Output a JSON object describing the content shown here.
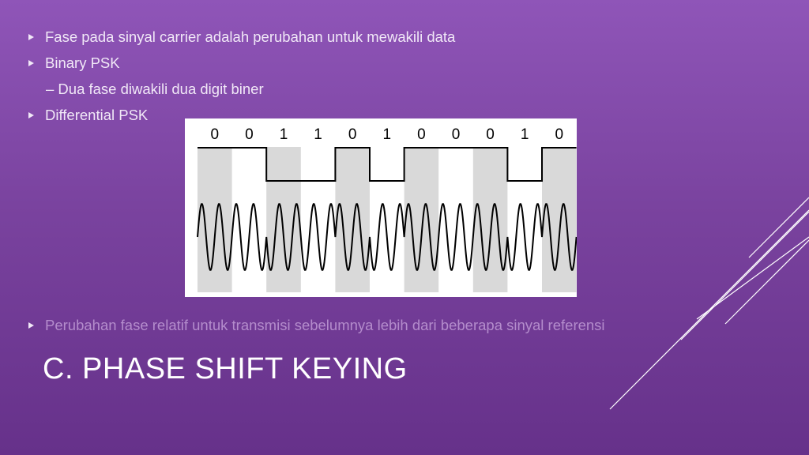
{
  "slide": {
    "title": "C. PHASE SHIFT KEYING",
    "bullets": [
      "Fase pada sinyal carrier adalah perubahan untuk mewakili data",
      "Binary PSK",
      "– Dua fase diwakili dua digit biner",
      "Differential PSK",
      "Perubahan fase relatif untuk transmisi sebelumnya lebih dari beberapa sinyal referensi"
    ]
  },
  "figure": {
    "bits": [
      "0",
      "0",
      "1",
      "1",
      "0",
      "1",
      "0",
      "0",
      "0",
      "1",
      "0"
    ],
    "colors": {
      "band": "#d9d9d9",
      "line": "#000000",
      "background": "#ffffff"
    }
  },
  "theme": {
    "decor_line": "#ffffff",
    "title_color": "#ffffff"
  }
}
